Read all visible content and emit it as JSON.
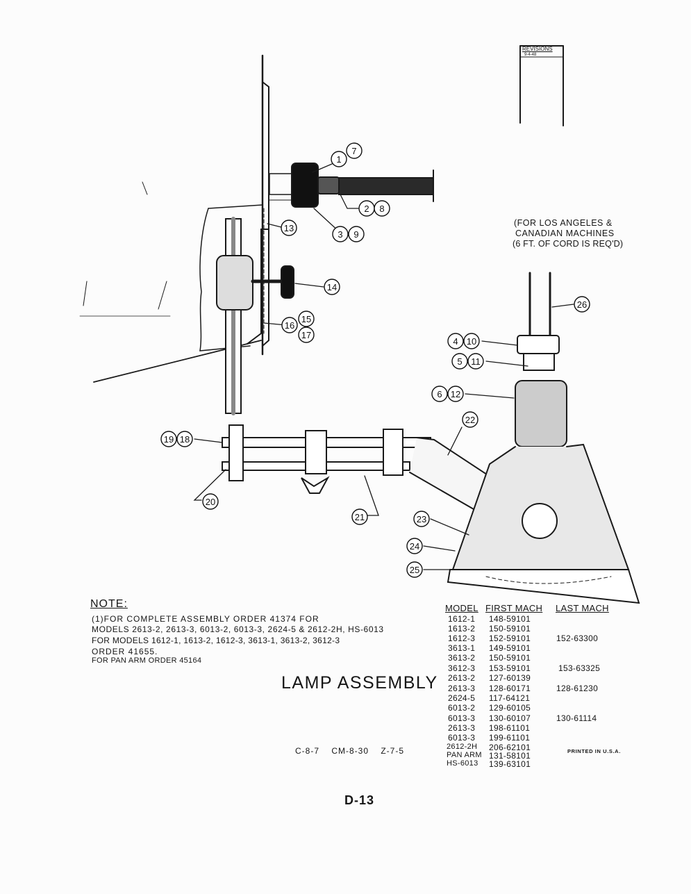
{
  "revisions_label": "REVISIONS",
  "revisions_entry": "9-4-48",
  "cord_note": [
    "(FOR LOS ANGELES &",
    "CANADIAN MACHINES",
    "(6 FT. OF CORD IS REQ'D)"
  ],
  "callouts": [
    "1",
    "2",
    "3",
    "4",
    "5",
    "6",
    "7",
    "8",
    "9",
    "10",
    "11",
    "12",
    "13",
    "14",
    "15",
    "16",
    "17",
    "18",
    "19",
    "20",
    "21",
    "22",
    "23",
    "24",
    "25",
    "26"
  ],
  "note": {
    "heading": "NOTE:",
    "lines": [
      "(1)FOR COMPLETE ASSEMBLY ORDER 41374 FOR",
      "MODELS 2613-2, 2613-3, 6013-2, 6013-3,    2624-5 & 2612-2H, HS-6013",
      "FOR MODELS 1612-1, 1613-2, 1612-3, 3613-1, 3613-2, 3612-3",
      "ORDER 41655.",
      "FOR PAN ARM ORDER 45164"
    ]
  },
  "title": "LAMP ASSEMBLY",
  "drawing_refs": "C-8-7    CM-8-30    Z-7-5",
  "printed_label": "PRINTED IN U.S.A.",
  "page_number": "D-13",
  "table": {
    "headers": [
      "MODEL",
      "FIRST MACH",
      "LAST MACH"
    ],
    "rows": [
      {
        "model": "1612-1",
        "first": "148-59101",
        "last": ""
      },
      {
        "model": "1613-2",
        "first": "150-59101",
        "last": ""
      },
      {
        "model": "1612-3",
        "first": "152-59101",
        "last": "152-63300"
      },
      {
        "model": "3613-1",
        "first": "149-59101",
        "last": ""
      },
      {
        "model": "3613-2",
        "first": "150-59101",
        "last": ""
      },
      {
        "model": "3612-3",
        "first": "153-59101",
        "last": "153-63325"
      },
      {
        "model": "2613-2",
        "first": "127-60139",
        "last": ""
      },
      {
        "model": "2613-3",
        "first": "128-60171",
        "last": "128-61230"
      },
      {
        "model": "2624-5",
        "first": "117-64121",
        "last": ""
      },
      {
        "model": "6013-2",
        "first": "129-60105",
        "last": ""
      },
      {
        "model": "6013-3",
        "first": "130-60107",
        "last": "130-61114"
      },
      {
        "model": "2613-3",
        "first": "198-61101",
        "last": ""
      },
      {
        "model": "6013-3",
        "first": "199-61101",
        "last": ""
      },
      {
        "model": "2612-2H",
        "first": "206-62101",
        "last": ""
      },
      {
        "model": "PAN ARM",
        "first": "131-58101",
        "last": ""
      },
      {
        "model": "HS-6013",
        "first": "139-63101",
        "last": ""
      }
    ]
  }
}
